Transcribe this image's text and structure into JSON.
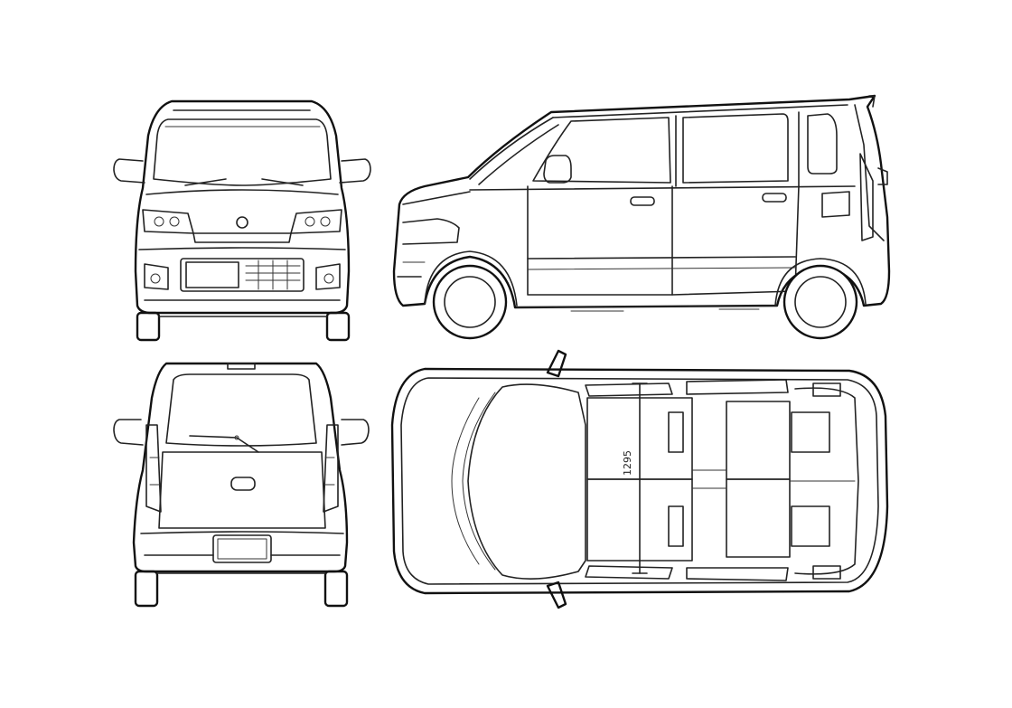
{
  "colors": {
    "line": "#222222",
    "background": "#ffffff"
  },
  "views": [
    "front-view",
    "side-view",
    "rear-view",
    "top-view"
  ],
  "dimension": {
    "height_label": "1295"
  }
}
